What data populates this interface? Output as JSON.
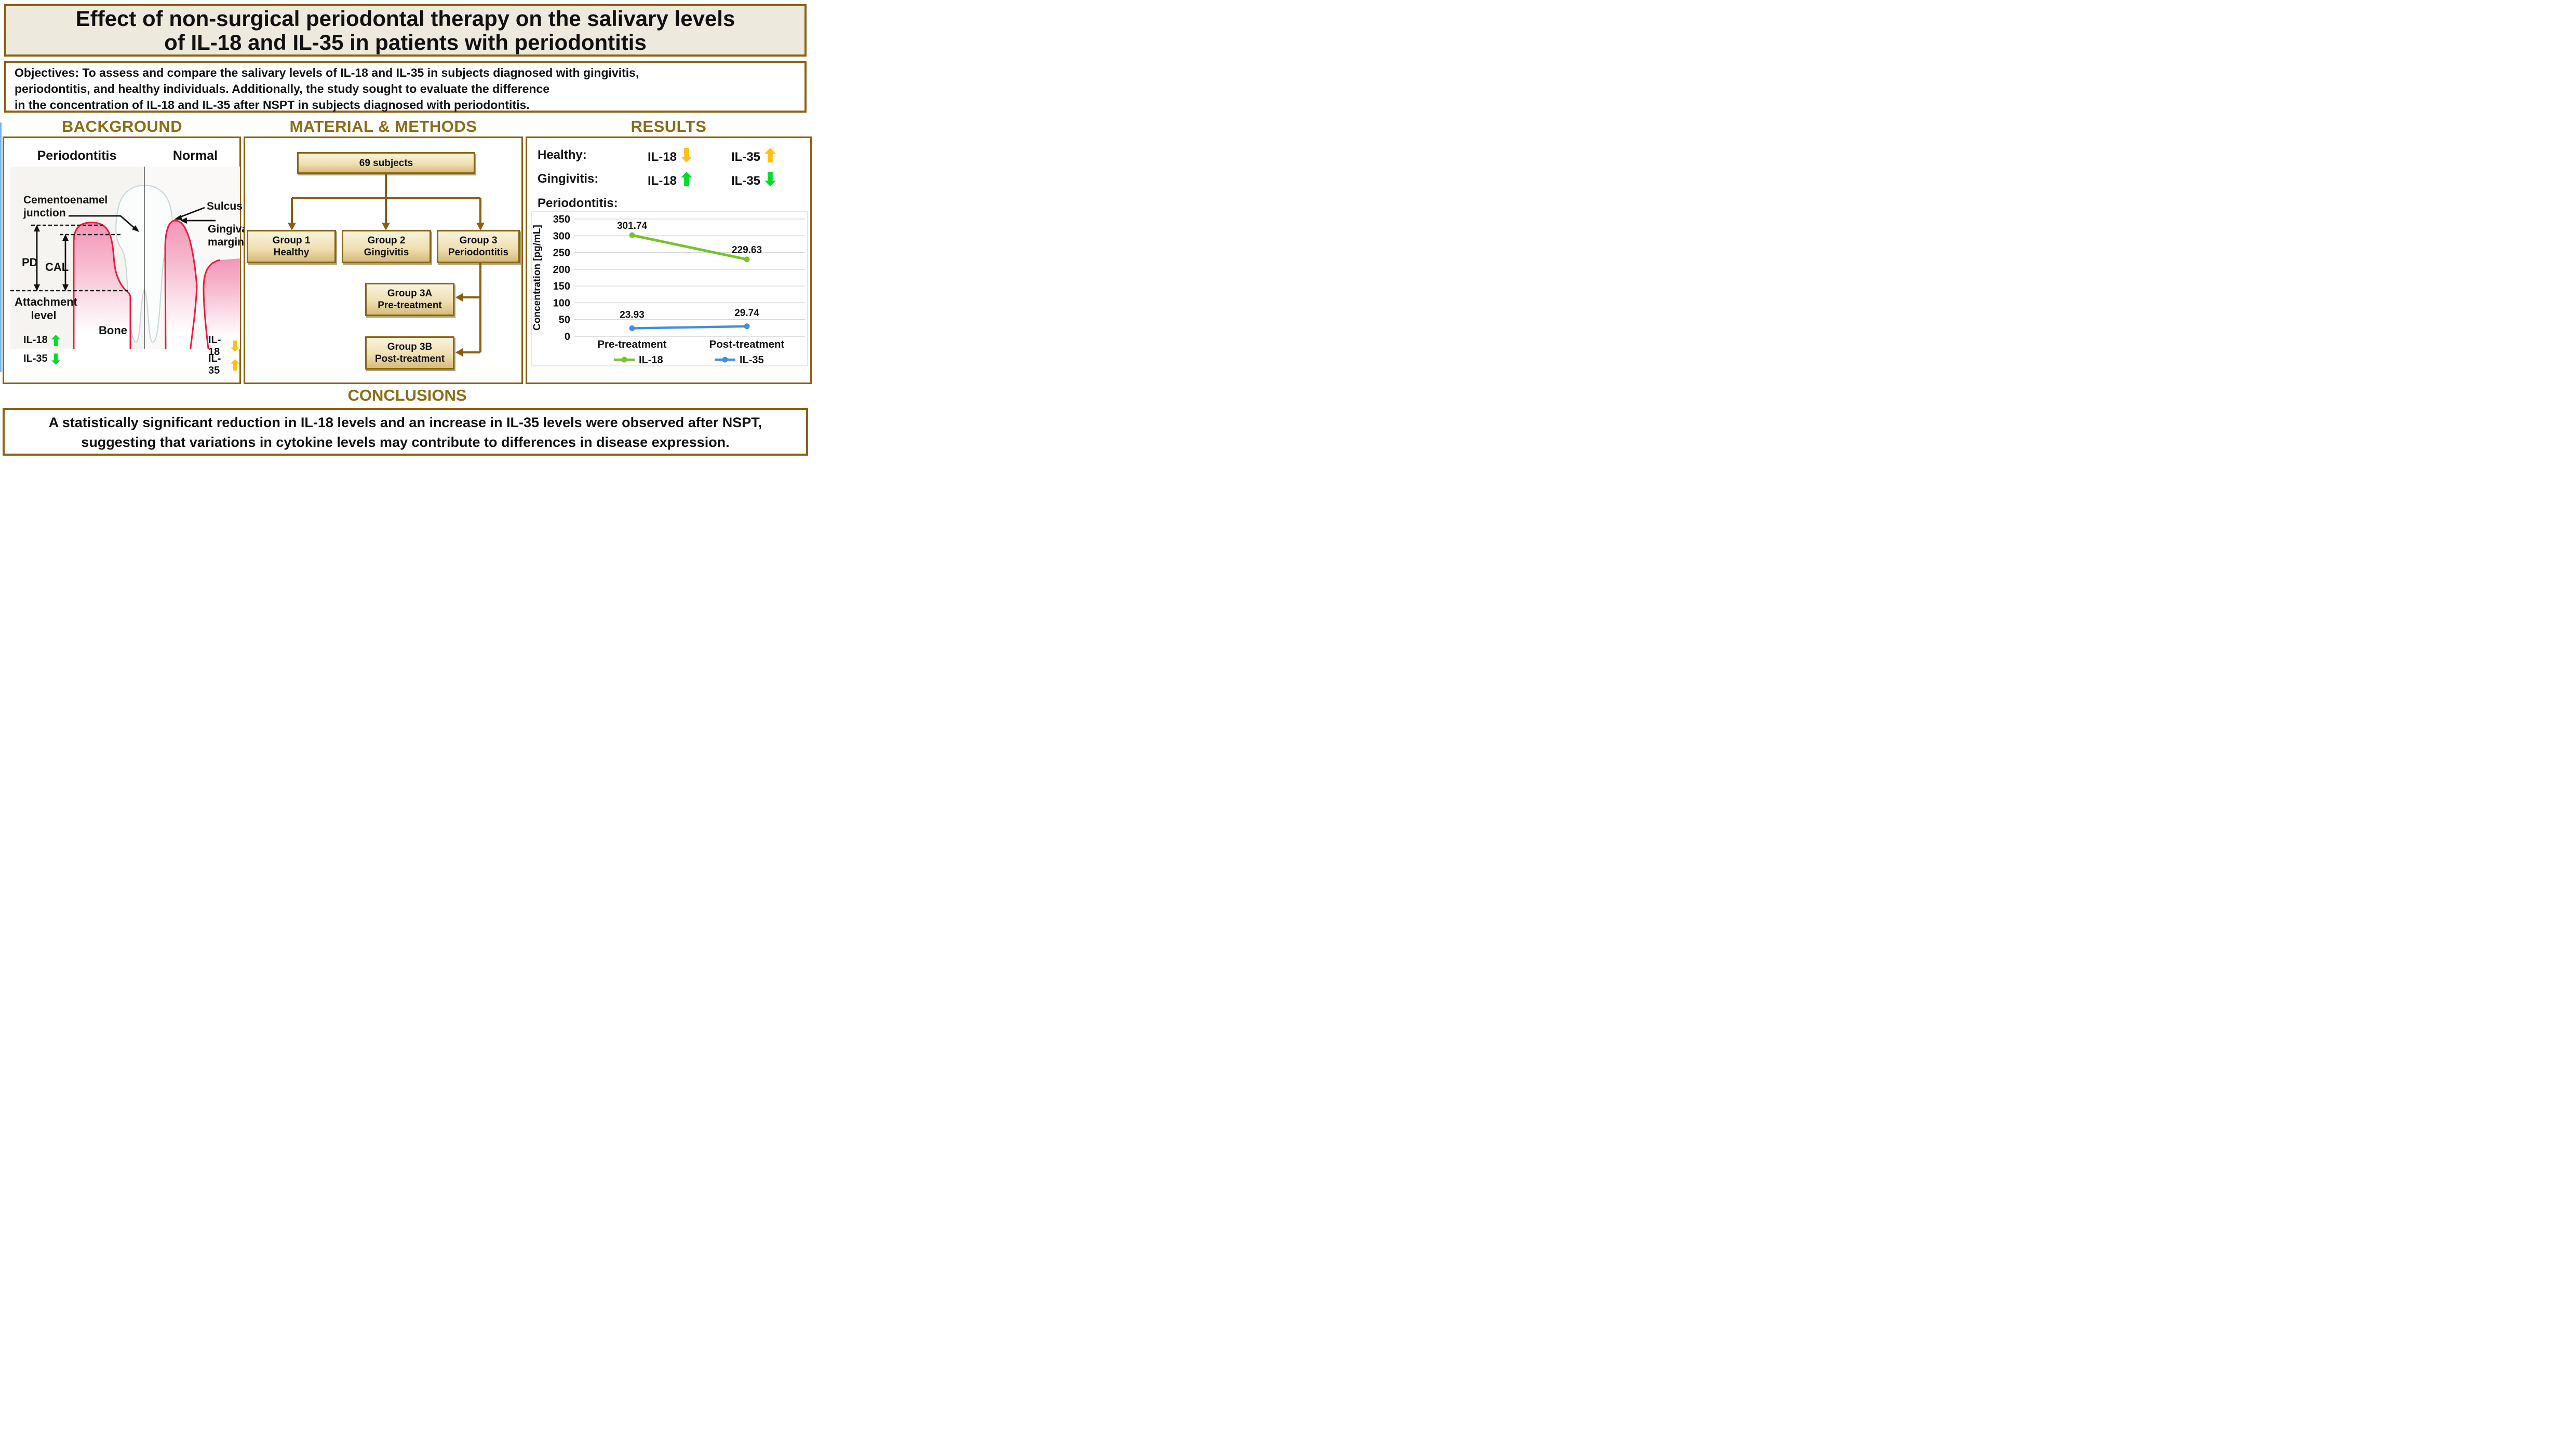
{
  "title": {
    "line1": "Effect of non-surgical periodontal therapy on the salivary levels",
    "line2": "of IL-18 and IL-35 in patients with periodontitis"
  },
  "objectives": {
    "lines": [
      "Objectives: To assess and compare the salivary levels of IL-18 and IL-35 in subjects diagnosed with gingivitis,",
      "periodontitis, and healthy individuals. Additionally, the study sought to evaluate the difference",
      "in the concentration of IL-18 and IL-35 after NSPT in subjects diagnosed with periodontitis."
    ]
  },
  "sections": {
    "background": "BACKGROUND",
    "methods": "MATERIAL & METHODS",
    "results": "RESULTS",
    "conclusions": "CONCLUSIONS"
  },
  "background": {
    "left_heading": "Periodontitis",
    "right_heading": "Normal",
    "labels": {
      "cej1": "Cementoenamel",
      "cej2": "junction",
      "sulcus": "Sulcus",
      "gm1": "Gingival",
      "gm2": "margin",
      "pd": "PD",
      "cal": "CAL",
      "att1": "Attachment",
      "att2": "level",
      "bone": "Bone"
    },
    "markers": {
      "left": [
        {
          "label": "IL-18",
          "dir": "up",
          "color": "green"
        },
        {
          "label": "IL-35",
          "dir": "down",
          "color": "green"
        }
      ],
      "right": [
        {
          "label": "IL-18",
          "dir": "down",
          "color": "yellow"
        },
        {
          "label": "IL-35",
          "dir": "up",
          "color": "yellow"
        }
      ]
    }
  },
  "methods": {
    "root": "69 subjects",
    "groups": [
      {
        "line1": "Group 1",
        "line2": "Healthy"
      },
      {
        "line1": "Group 2",
        "line2": "Gingivitis"
      },
      {
        "line1": "Group 3",
        "line2": "Periodontitis"
      }
    ],
    "subgroups": [
      {
        "line1": "Group 3A",
        "line2": "Pre-treatment"
      },
      {
        "line1": "Group 3B",
        "line2": "Post-treatment"
      }
    ]
  },
  "results": {
    "rows": [
      {
        "label": "Healthy:",
        "il18_label": "IL-18",
        "il35_label": "IL-35",
        "il18": {
          "dir": "down",
          "color": "yellow"
        },
        "il35": {
          "dir": "up",
          "color": "yellow"
        }
      },
      {
        "label": "Gingivitis:",
        "il18_label": "IL-18",
        "il35_label": "IL-35",
        "il18": {
          "dir": "up",
          "color": "green"
        },
        "il35": {
          "dir": "down",
          "color": "green"
        }
      }
    ],
    "perio_label": "Periodontitis:"
  },
  "chart_data": {
    "type": "line",
    "categories": [
      "Pre-treatment",
      "Post-treatment"
    ],
    "series": [
      {
        "name": "IL-18",
        "color": "#76C42D",
        "values": [
          301.74,
          229.63
        ]
      },
      {
        "name": "IL-35",
        "color": "#4190DF",
        "values": [
          23.93,
          29.74
        ]
      }
    ],
    "ylabel": "Concentration [pg/mL]",
    "ylim": [
      0,
      350
    ],
    "yticks": [
      0,
      50,
      100,
      150,
      200,
      250,
      300,
      350
    ],
    "grid": true,
    "legend_position": "bottom"
  },
  "conclusions": {
    "lines": [
      "A statistically significant reduction in IL-18 levels and an increase in IL-35 levels were observed after NSPT,",
      "suggesting that variations in cytokine levels may contribute to differences in disease expression."
    ]
  },
  "colors": {
    "border_brown": "#8C6211",
    "header_text": "#8E6C14",
    "banner_bg": "#EDE9DC",
    "box_border": "#8A6614",
    "connector_brown": "#8A5D10",
    "green_arrow": "#00DC28",
    "yellow_arrow": "#FFC013",
    "il18_line": "#76C42D",
    "il35_line": "#4190DF",
    "gum_red": "#ED1B3C",
    "left_edge_blue": "#76B5EA"
  }
}
